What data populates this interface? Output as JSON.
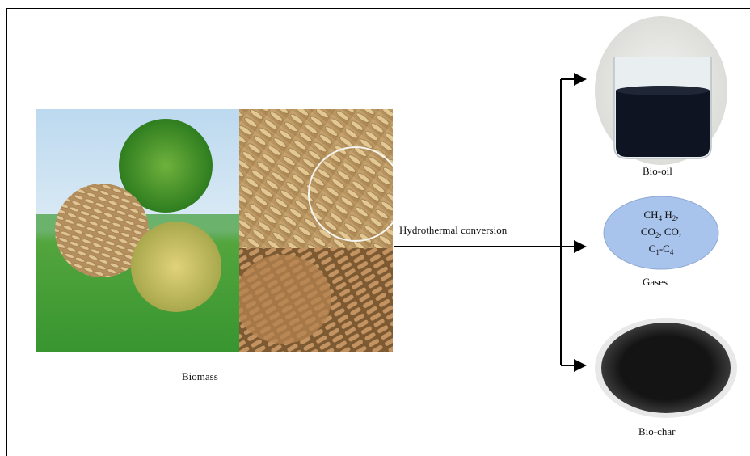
{
  "source": {
    "label": "Biomass"
  },
  "process": {
    "label": "Hydrothermal conversion"
  },
  "products": [
    {
      "label": "Bio-oil"
    },
    {
      "label": "Gases"
    },
    {
      "label": "Bio-char"
    }
  ],
  "gases_formula": {
    "line1": "CH4 H2,",
    "line2": "CO2, CO,",
    "line3": "C1-C4"
  },
  "colors": {
    "gas_ellipse": "#a9c4ec",
    "arrow": "#000000"
  },
  "icons": [
    "grass-field-image",
    "rice-husk-image",
    "rice-plant-image",
    "rice-grain-image",
    "pellets-image",
    "bio-oil-beaker-image",
    "bio-char-image"
  ]
}
